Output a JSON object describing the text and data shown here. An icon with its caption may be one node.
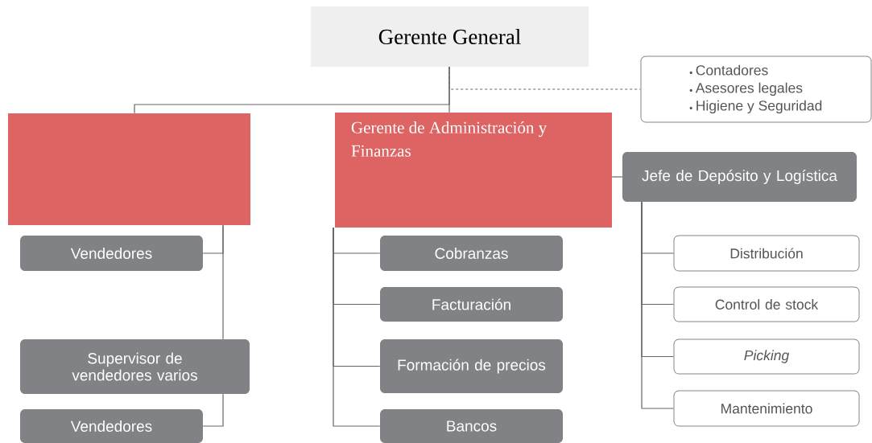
{
  "diagram": {
    "nodes": [
      {
        "text": [
          "Gerente General"
        ]
      },
      {
        "text": [
          "Contadores",
          "Asesores legales",
          "Higiene y Seguridad"
        ]
      },
      {
        "text": [],
        "shape": "box"
      },
      {
        "text": [
          "Gerente de Administración y Finanzas"
        ]
      },
      {
        "text": [
          "Jefe de Depósito y Logística"
        ]
      },
      {
        "text": [
          "Vendedores"
        ]
      },
      {
        "text": [
          "Supervisor de vendedores varios"
        ]
      },
      {
        "text": [
          "Vendedores"
        ]
      },
      {
        "text": [
          "Cobranzas"
        ]
      },
      {
        "text": [
          "Facturación"
        ]
      },
      {
        "text": [
          "Formación de precios"
        ]
      },
      {
        "text": [
          "Bancos"
        ]
      },
      {
        "text": [
          "Distribución"
        ]
      },
      {
        "text": [
          "Control de stock"
        ]
      },
      {
        "text": [
          "Picking"
        ]
      },
      {
        "text": [
          "Mantenimiento"
        ]
      }
    ],
    "edges": [
      {
        "from": 0,
        "to": 1,
        "arrow": "none",
        "style": "dashed"
      },
      {
        "from": 0,
        "to": 2,
        "arrow": "none"
      },
      {
        "from": 0,
        "to": 3,
        "arrow": "none"
      },
      {
        "from": 3,
        "to": 4,
        "arrow": "none"
      },
      {
        "from": 2,
        "to": 5,
        "arrow": "none"
      },
      {
        "from": 2,
        "to": 6,
        "arrow": "none"
      },
      {
        "from": 6,
        "to": 7,
        "arrow": "none"
      },
      {
        "from": 3,
        "to": 8,
        "arrow": "none"
      },
      {
        "from": 3,
        "to": 9,
        "arrow": "none"
      },
      {
        "from": 3,
        "to": 10,
        "arrow": "none"
      },
      {
        "from": 3,
        "to": 11,
        "arrow": "none"
      },
      {
        "from": 4,
        "to": 12,
        "arrow": "none"
      },
      {
        "from": 4,
        "to": 13,
        "arrow": "none"
      },
      {
        "from": 4,
        "to": 14,
        "arrow": "none"
      },
      {
        "from": 4,
        "to": 15,
        "arrow": "none"
      }
    ]
  }
}
